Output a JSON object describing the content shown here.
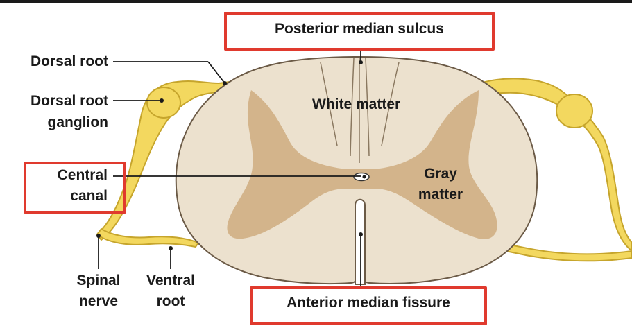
{
  "labels": {
    "posterior_median_sulcus": "Posterior median sulcus",
    "dorsal_root": "Dorsal root",
    "dorsal_root_ganglion_line1": "Dorsal root",
    "dorsal_root_ganglion_line2": "ganglion",
    "white_matter": "White matter",
    "central_canal_line1": "Central",
    "central_canal_line2": "canal",
    "gray_matter_line1": "Gray",
    "gray_matter_line2": "matter",
    "spinal_nerve_line1": "Spinal",
    "spinal_nerve_line2": "nerve",
    "ventral_root_line1": "Ventral",
    "ventral_root_line2": "root",
    "anterior_median_fissure": "Anterior median fissure"
  },
  "colors": {
    "white_matter": "#ece1ce",
    "gray_matter": "#d3b48b",
    "nerve_fill": "#f3d85f",
    "nerve_outline": "#c6a52c",
    "highlight_box": "#e03a2e",
    "leader_line": "#1a1a1a",
    "top_bar": "#1a1a1a"
  }
}
